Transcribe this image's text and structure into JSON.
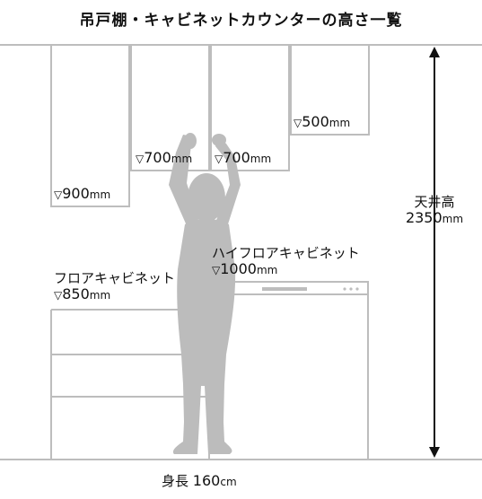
{
  "title": "吊戸棚・キャビネットカウンターの高さ一覧",
  "wall_cabinets": [
    {
      "marker": "▽",
      "value": "900",
      "unit": "mm"
    },
    {
      "marker": "▽",
      "value": "700",
      "unit": "mm"
    },
    {
      "marker": "▽",
      "value": "700",
      "unit": "mm"
    },
    {
      "marker": "▽",
      "value": "500",
      "unit": "mm"
    }
  ],
  "ceiling": {
    "label": "天井高",
    "value": "2350",
    "unit": "mm"
  },
  "high_floor_cabinet": {
    "name": "ハイフロアキャビネット",
    "marker": "▽",
    "value": "1000",
    "unit": "mm"
  },
  "floor_cabinet": {
    "name": "フロアキャビネット",
    "marker": "▽",
    "value": "850",
    "unit": "mm"
  },
  "person": {
    "label": "身長",
    "value": "160",
    "unit": "cm"
  },
  "colors": {
    "cabinet_line": "#bdbdbd",
    "silhouette": "#bcbcbc",
    "text": "#111111"
  }
}
